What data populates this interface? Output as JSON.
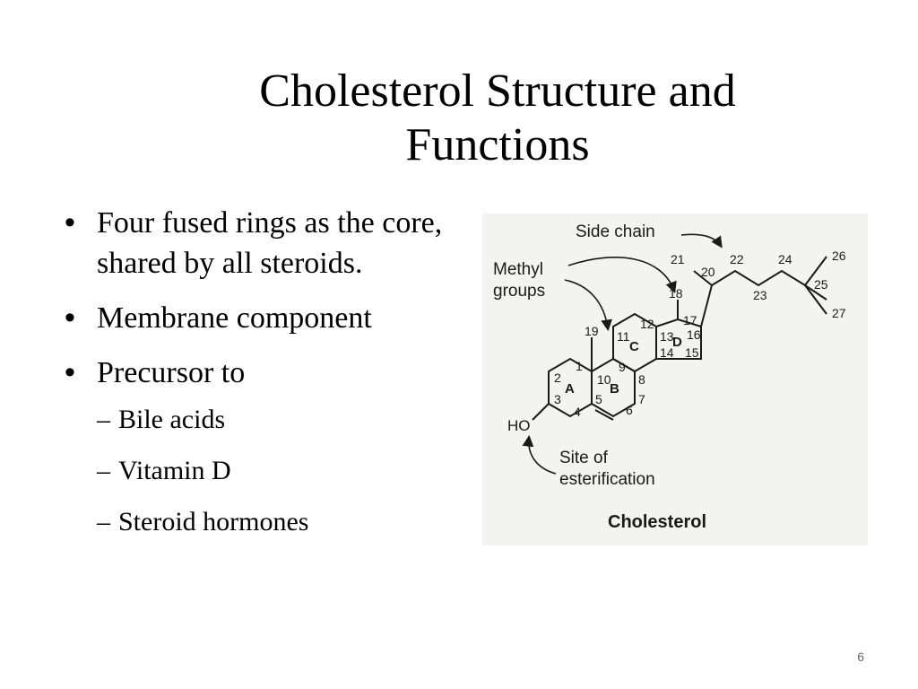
{
  "slide": {
    "title_line1": "Cholesterol Structure and",
    "title_line2": "Functions",
    "bullets": [
      {
        "text": "Four fused rings as the core, shared by all steroids."
      },
      {
        "text": "Membrane component"
      },
      {
        "text": "Precursor to"
      }
    ],
    "sub_bullets": [
      "Bile acids",
      "Vitamin D",
      "Steroid hormones"
    ],
    "page_number": "6"
  },
  "figure": {
    "caption": "Cholesterol",
    "side_chain_label": "Side chain",
    "methyl_label_line1": "Methyl",
    "methyl_label_line2": "groups",
    "esterification_line1": "Site of",
    "esterification_line2": "esterification",
    "hydroxyl_label": "HO",
    "ring_labels": {
      "a": "A",
      "b": "B",
      "c": "C",
      "d": "D"
    },
    "carbon_numbers": {
      "c1": "1",
      "c2": "2",
      "c3": "3",
      "c4": "4",
      "c5": "5",
      "c6": "6",
      "c7": "7",
      "c8": "8",
      "c9": "9",
      "c10": "10",
      "c11": "11",
      "c12": "12",
      "c13": "13",
      "c14": "14",
      "c15": "15",
      "c16": "16",
      "c17": "17",
      "c18": "18",
      "c19": "19",
      "c20": "20",
      "c21": "21",
      "c22": "22",
      "c23": "23",
      "c24": "24",
      "c25": "25",
      "c26": "26",
      "c27": "27"
    }
  }
}
